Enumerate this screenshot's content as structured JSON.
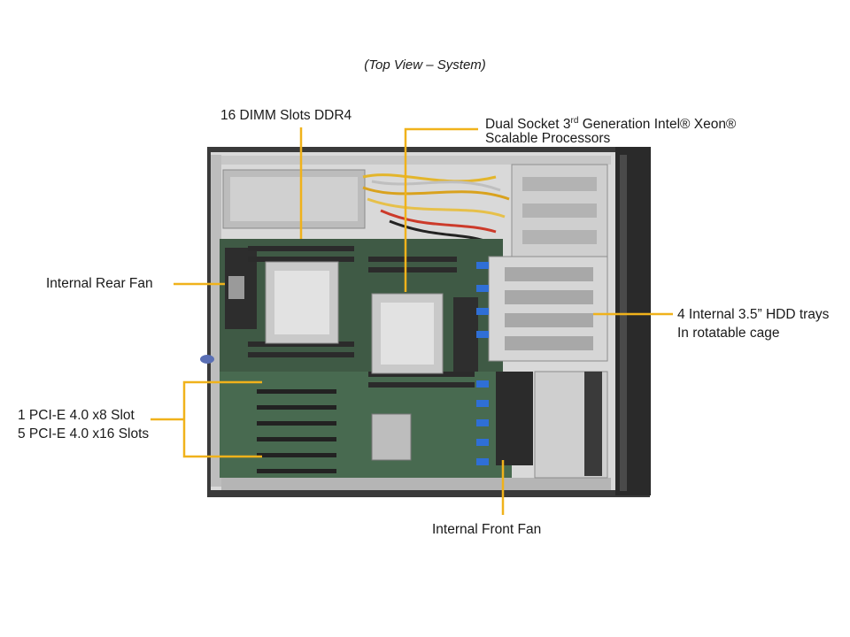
{
  "view_title": "(Top View – System)",
  "callouts": {
    "dimm": "16 DIMM Slots DDR4",
    "cpu_line1_a": "Dual Socket 3",
    "cpu_line1_sup": "rd",
    "cpu_line1_b": " Generation Intel® Xeon®",
    "cpu_line2": "Scalable Processors",
    "rear_fan": "Internal  Rear Fan",
    "hdd_line1": "4 Internal  3.5” HDD trays",
    "hdd_line2": "In rotatable cage",
    "pcie_line1": "1 PCI-E 4.0 x8 Slot",
    "pcie_line2": "5 PCI-E 4.0 x16 Slots",
    "front_fan": "Internal  Front Fan"
  },
  "colors": {
    "leader_line": "#f0b21b",
    "chassis_frame": "#3c3c3c",
    "motherboard": "#3f5a45",
    "drive_tray_clip": "#2f6fd6",
    "heatsink": "#c9c9c9"
  }
}
